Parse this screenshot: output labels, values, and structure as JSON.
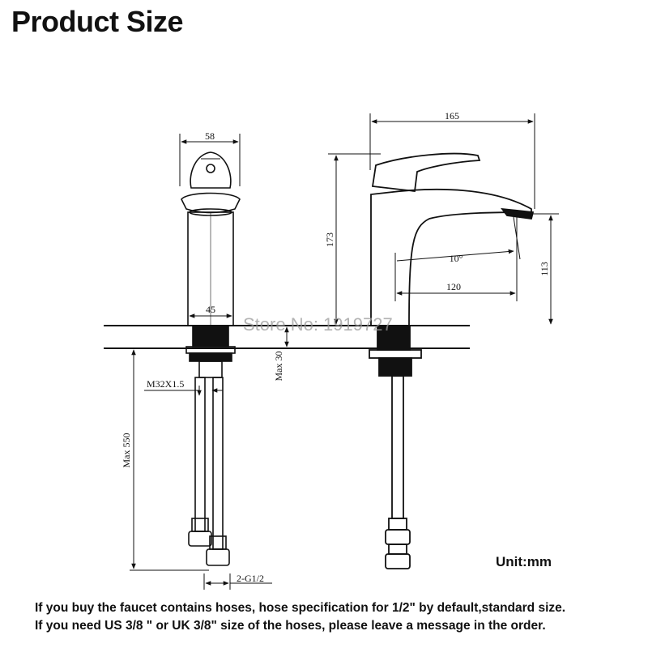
{
  "title": "Product Size",
  "dimensions": {
    "head_width": "58",
    "body_width": "45",
    "total_length": "165",
    "height": "173",
    "angle": "10°",
    "reach": "120",
    "spout_height": "113",
    "deck_thickness": "Max 30",
    "hose_length": "Max 550",
    "thread": "M32X1.5",
    "connector": "2-G1/2"
  },
  "watermark": "Store No: 1919727",
  "unit_label": "Unit:mm",
  "notes": [
    "If you buy the faucet contains hoses, hose specification for 1/2\" by default,standard size.",
    "If you need  US 3/8 \" or  UK 3/8\" size of the hoses, please leave a message in the order."
  ]
}
